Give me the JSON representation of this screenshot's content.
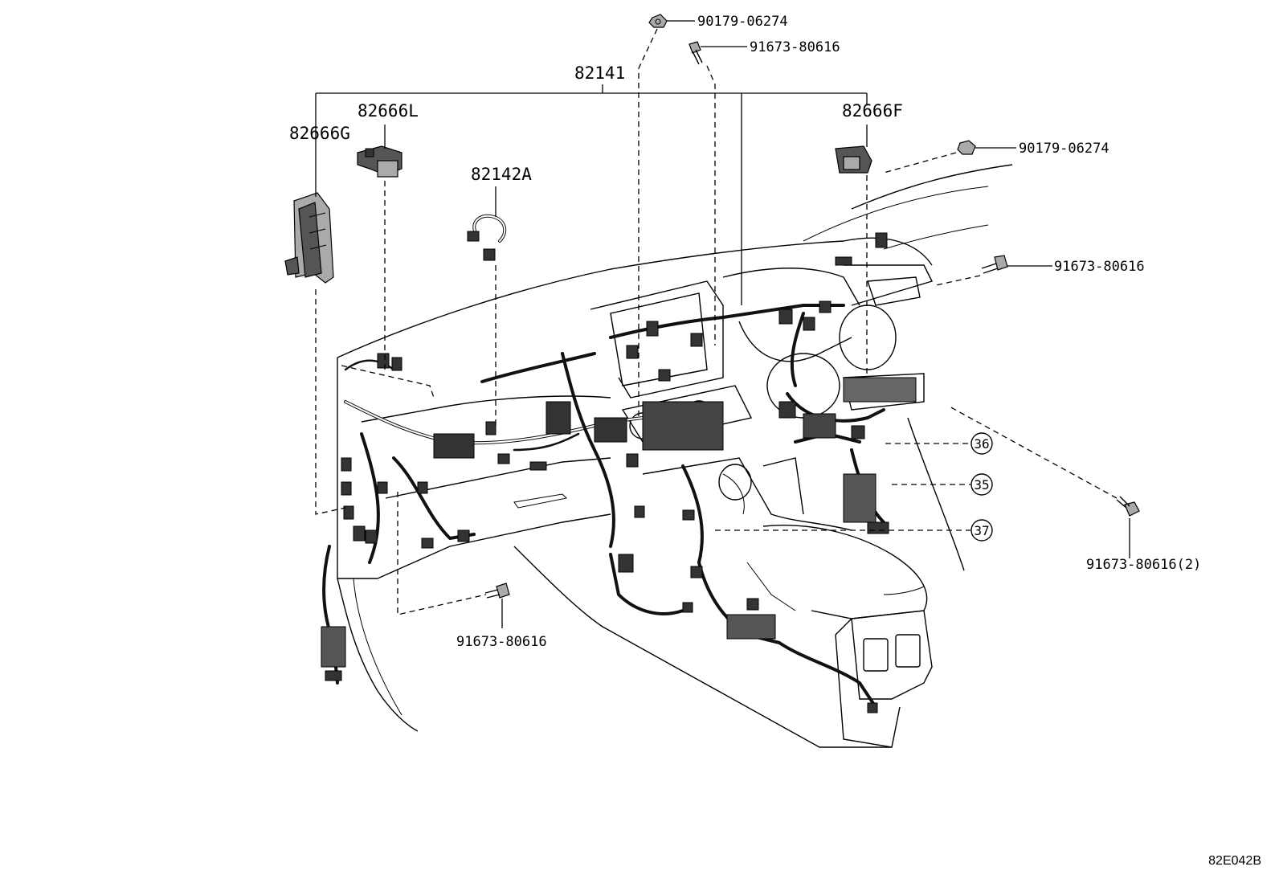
{
  "parts": {
    "harness_main": "82141",
    "bracket_g": "82666G",
    "bracket_l": "82666L",
    "bracket_f": "82666F",
    "sub_harness": "82142A",
    "clip_top": "90179-06274",
    "bolt_top": "91673-80616",
    "clip_right": "90179-06274",
    "bolt_right": "91673-80616",
    "bolt_bottom_right": "91673-80616(2)",
    "bolt_bottom_left": "91673-80616"
  },
  "callouts": [
    "36",
    "35",
    "37"
  ],
  "diagram_ref": "82E042B"
}
